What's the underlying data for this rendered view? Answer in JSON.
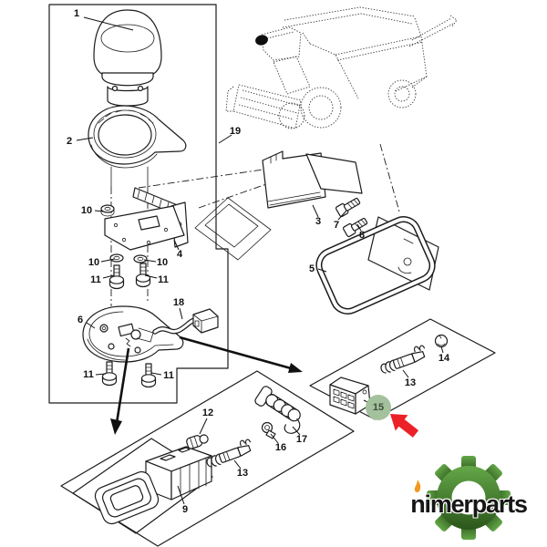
{
  "diagram": {
    "type": "exploded-parts-diagram",
    "callouts": [
      {
        "text": "1"
      },
      {
        "text": "2"
      },
      {
        "text": "19"
      },
      {
        "text": "10"
      },
      {
        "text": "4"
      },
      {
        "text": "10"
      },
      {
        "text": "10"
      },
      {
        "text": "11"
      },
      {
        "text": "11"
      },
      {
        "text": "6"
      },
      {
        "text": "18"
      },
      {
        "text": "11"
      },
      {
        "text": "11"
      },
      {
        "text": "3"
      },
      {
        "text": "7"
      },
      {
        "text": "8"
      },
      {
        "text": "5"
      },
      {
        "text": "12"
      },
      {
        "text": "13"
      },
      {
        "text": "16"
      },
      {
        "text": "17"
      },
      {
        "text": "9"
      },
      {
        "text": "13"
      },
      {
        "text": "14"
      },
      {
        "text": "15"
      }
    ],
    "highlighted_callout": "15",
    "line_color": "#1c1c1c",
    "highlight": {
      "circle_color": "#a4c19d",
      "arrow_color": "#ec2027"
    }
  },
  "logo": {
    "text": "nimerparts",
    "text_color": "#161616",
    "gear_color_top": "#64a748",
    "gear_color_bottom": "#2b561b",
    "flame_color": "#f2991d"
  }
}
